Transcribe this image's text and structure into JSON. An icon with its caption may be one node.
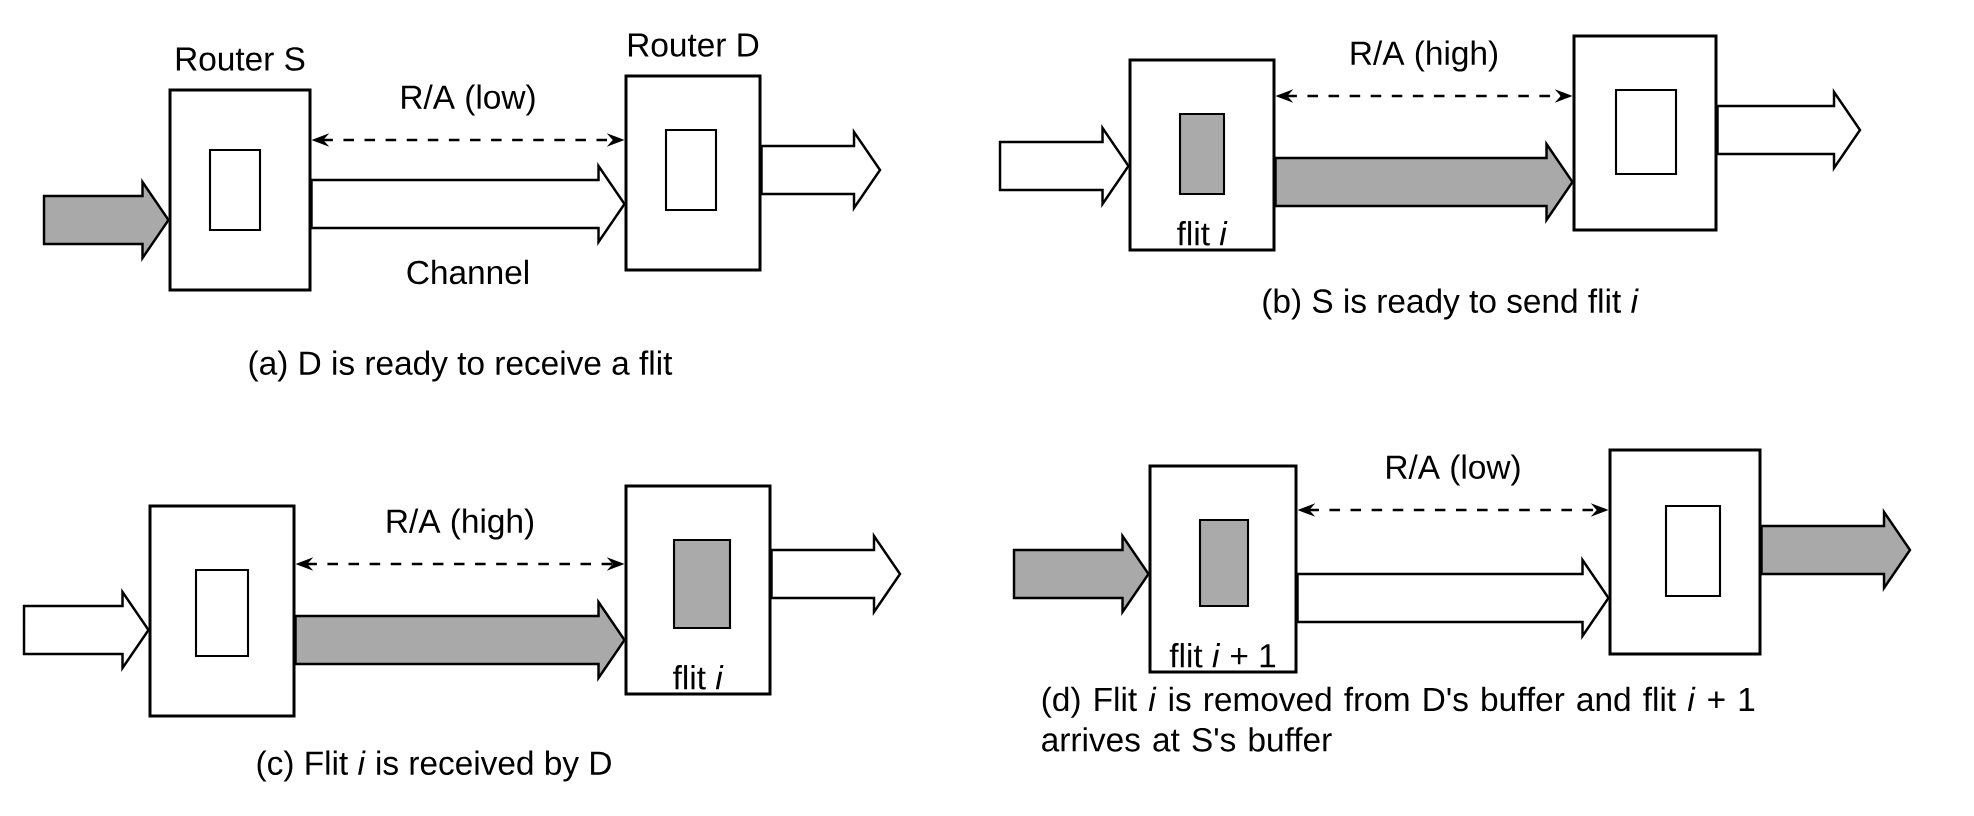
{
  "diagram": {
    "nodes": [
      {
        "text": [
          "Router S"
        ]
      },
      {
        "text": [],
        "shape": "box",
        "in": 0
      },
      {
        "text": [
          "Router D"
        ]
      },
      {
        "text": [],
        "shape": "box",
        "in": 2
      },
      {
        "text": [
          "flit *i*"
        ]
      },
      {
        "text": [],
        "shape": "box",
        "in": 4
      },
      {
        "text": [],
        "shape": "box"
      },
      {
        "text": [],
        "shape": "box",
        "in": 6
      },
      {
        "text": [],
        "shape": "box"
      },
      {
        "text": [],
        "shape": "box",
        "in": 8
      },
      {
        "text": [
          "flit *i*"
        ]
      },
      {
        "text": [],
        "shape": "box",
        "in": 10
      },
      {
        "text": [
          "flit *i* + 1"
        ]
      },
      {
        "text": [],
        "shape": "box",
        "in": 12
      },
      {
        "text": [],
        "shape": "box"
      },
      {
        "text": [],
        "shape": "box",
        "in": 14
      }
    ],
    "edges": [
      {
        "from": null,
        "to": 0,
        "arrow": "to",
        "style": "thick",
        "color": "#a9a9a9"
      },
      {
        "from": 0,
        "to": 2,
        "arrow": "to",
        "style": "thick",
        "label": "Channel"
      },
      {
        "from": 0,
        "to": 2,
        "arrow": "both",
        "style": "dashed",
        "label": "R/A (low)"
      },
      {
        "from": 2,
        "to": null,
        "arrow": "to",
        "style": "thick"
      },
      {
        "from": null,
        "to": 4,
        "arrow": "to",
        "style": "thick"
      },
      {
        "from": 4,
        "to": 6,
        "arrow": "to",
        "style": "thick",
        "color": "#a9a9a9"
      },
      {
        "from": 4,
        "to": 6,
        "arrow": "both",
        "style": "dashed",
        "label": "R/A (high)"
      },
      {
        "from": 6,
        "to": null,
        "arrow": "to",
        "style": "thick"
      },
      {
        "from": null,
        "to": 8,
        "arrow": "to",
        "style": "thick"
      },
      {
        "from": 8,
        "to": 10,
        "arrow": "to",
        "style": "thick",
        "color": "#a9a9a9"
      },
      {
        "from": 8,
        "to": 10,
        "arrow": "both",
        "style": "dashed",
        "label": "R/A (high)"
      },
      {
        "from": 10,
        "to": null,
        "arrow": "to",
        "style": "thick"
      },
      {
        "from": null,
        "to": 12,
        "arrow": "to",
        "style": "thick",
        "color": "#a9a9a9"
      },
      {
        "from": 12,
        "to": 14,
        "arrow": "to",
        "style": "thick"
      },
      {
        "from": 12,
        "to": 14,
        "arrow": "both",
        "style": "dashed",
        "label": "R/A (low)"
      },
      {
        "from": 14,
        "to": null,
        "arrow": "to",
        "style": "thick",
        "color": "#a9a9a9"
      }
    ],
    "labels": [
      "(a) D is ready to receive a flit",
      "(b) S is ready to send flit *i*",
      "(c) Flit *i* is received by D",
      "(d) Flit *i* is removed from D's buffer and flit *i* + 1 arrives at S's buffer"
    ]
  }
}
